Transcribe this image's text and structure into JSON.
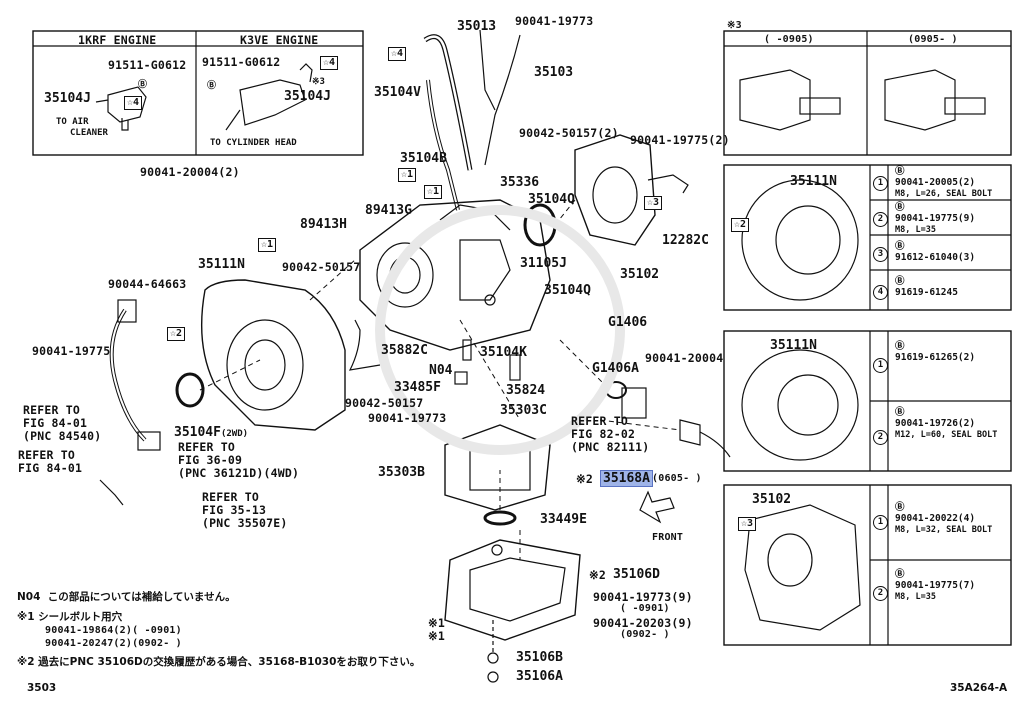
{
  "engine_box": {
    "left_title": "1KRF ENGINE",
    "right_title": "K3VE ENGINE",
    "l_part1": "91511-G0612",
    "l_part2": "35104J",
    "l_note1": "TO AIR",
    "l_note2": "CLEANER",
    "r_part1": "91511-G0612",
    "r_part2": "35104J",
    "r_note": "TO CYLINDER HEAD",
    "r_mark": "※3"
  },
  "labels": {
    "p35013": "35013",
    "p90041_19773_top": "90041-19773",
    "p35103": "35103",
    "p35104V": "35104V",
    "p90042_50157_2": "90042-50157(2)",
    "p90041_19775_2": "90041-19775(2)",
    "p35104B": "35104B",
    "p35336": "35336",
    "p35104Q_a": "35104Q",
    "p12282C": "12282C",
    "p90041_20004_2": "90041-20004(2)",
    "p89413G": "89413G",
    "p89413H": "89413H",
    "p35111N": "35111N",
    "p90042_50157": "90042-50157",
    "p31105J": "31105J",
    "p35102": "35102",
    "p90044_64663": "90044-64663",
    "p35104Q_b": "35104Q",
    "pG1406": "G1406",
    "pG1406A": "G1406A",
    "p90041_19775": "90041-19775",
    "p35882C": "35882C",
    "pN04": "N04",
    "p35104K": "35104K",
    "p90041_20004": "90041-20004",
    "p33485F": "33485F",
    "p35824": "35824",
    "p90042_50157_b": "90042-50157",
    "p90041_19773_b": "90041-19773",
    "p35303C": "35303C",
    "ref1_a": "REFER TO",
    "ref1_b": "FIG 84-01",
    "ref1_c": "(PNC 84540)",
    "p35104F": "35104F",
    "p35104F_sub": "(2WD)",
    "ref2_a": "REFER TO",
    "ref2_b": "FIG 36-09",
    "ref2_c": "(PNC 36121D)(4WD)",
    "ref3_a": "REFER TO",
    "ref3_b": "FIG 82-02",
    "ref3_c": "(PNC 82111)",
    "ref4_a": "REFER TO",
    "ref4_b": "FIG 84-01",
    "p35303B": "35303B",
    "p35168A": "35168A",
    "p35168A_range": "(0605-     )",
    "mark2_a": "※2",
    "ref5_a": "REFER TO",
    "ref5_b": "FIG 35-13",
    "ref5_c": "(PNC 35507E)",
    "p33449E": "33449E",
    "front": "FRONT",
    "mark2_b": "※2",
    "p35106D": "35106D",
    "p90041_19773_9": "90041-19773(9)",
    "p19773_range": "(     -0901)",
    "p90041_20203_9": "90041-20203(9)",
    "p20203_range": "(0902-     )",
    "mark1_a": "※1",
    "mark1_b": "※1",
    "p35106B": "35106B",
    "p35106A": "35106A",
    "star1": "☆1",
    "star2": "☆2",
    "star3": "☆3",
    "star4": "☆4",
    "circB": "Ⓑ"
  },
  "notes": {
    "n04_title": "N04",
    "n04_text": "この部品については補給していません。",
    "m1_title": "※1",
    "m1_text": "シールボルト用穴",
    "m1_p1": "90041-19864(2)(     -0901)",
    "m1_p2": "90041-20247(2)(0902-     )",
    "m2_title": "※2",
    "m2_text": "過去にPNC 35106Dの交換履歴がある場合、35168-B1030をお取り下さい。",
    "page_no": "3503",
    "fig_code": "35A264-A"
  },
  "inset3": {
    "mark": "※3",
    "col1": "(     -0905)",
    "col2": "(0905-     )"
  },
  "table1": {
    "part": "35111N",
    "rows": [
      {
        "n": "1",
        "b": "Ⓑ",
        "pn": "90041-20005(2)",
        "spec": "M8, L=26, SEAL BOLT"
      },
      {
        "n": "2",
        "b": "Ⓑ",
        "pn": "90041-19775(9)",
        "spec": "M8, L=35"
      },
      {
        "n": "3",
        "b": "Ⓑ",
        "pn": "91612-61040(3)",
        "spec": ""
      },
      {
        "n": "4",
        "b": "Ⓑ",
        "pn": "91619-61245",
        "spec": ""
      }
    ]
  },
  "table2": {
    "part": "35111N",
    "rows": [
      {
        "n": "1",
        "b": "Ⓑ",
        "pn": "91619-61265(2)",
        "spec": ""
      },
      {
        "n": "2",
        "b": "Ⓑ",
        "pn": "90041-19726(2)",
        "spec": "M12, L=60, SEAL BOLT"
      }
    ]
  },
  "table3": {
    "part": "35102",
    "star": "☆3",
    "rows": [
      {
        "n": "1",
        "b": "Ⓑ",
        "pn": "90041-20022(4)",
        "spec": "M8, L=32, SEAL BOLT"
      },
      {
        "n": "2",
        "b": "Ⓑ",
        "pn": "90041-19775(7)",
        "spec": "M8, L=35"
      }
    ]
  }
}
